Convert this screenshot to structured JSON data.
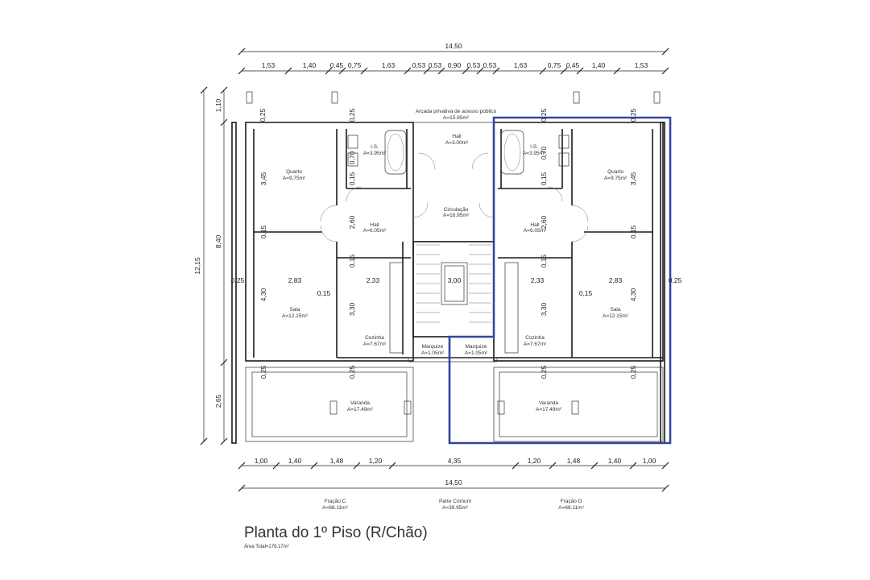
{
  "drawing": {
    "title": "Planta do 1º Piso (R/Chão)",
    "total_area": "Área Total=176.17m²"
  },
  "dims_top": {
    "overall": "14,50",
    "segments": [
      "1,53",
      "1,40",
      "0,45",
      "0,75",
      "1,63",
      "0,53",
      "0,53",
      "0,90",
      "0,53",
      "0,53",
      "1,63",
      "0,75",
      "0,45",
      "1,40",
      "1,53"
    ]
  },
  "dims_bottom": {
    "overall": "14,50",
    "segments": [
      "1,00",
      "1,40",
      "1,48",
      "1,20",
      "4,35",
      "1,20",
      "1,48",
      "1,40",
      "1,00"
    ]
  },
  "dims_left": {
    "overall": "12,15",
    "inner": "8,40",
    "top": "1,10",
    "bottom": "2,65"
  },
  "interior_dims": {
    "wall_025": "0,25",
    "wall_015": "0,15",
    "d_345": "3,45",
    "d_260": "2,60",
    "d_430": "4,30",
    "d_330": "3,30",
    "d_283": "2,83",
    "d_233": "2,33",
    "d_300": "3,00",
    "d_070": "0,70"
  },
  "rooms": {
    "arcada": {
      "name": "Arcada privativa de acesso público",
      "area": "A=15.95m²"
    },
    "hall_top": {
      "name": "Hall",
      "area": "A=3.00m²"
    },
    "circulacao": {
      "name": "Circulação",
      "area": "A=16.95m²"
    },
    "quarto_l": {
      "name": "Quarto",
      "area": "A=9.75m²"
    },
    "quarto_r": {
      "name": "Quarto",
      "area": "A=9.75m²"
    },
    "is_l": {
      "name": "I.S.",
      "area": "A=3.95m²"
    },
    "is_r": {
      "name": "I.S.",
      "area": "A=3.95m²"
    },
    "hall_l": {
      "name": "Hall",
      "area": "A=6.05m²"
    },
    "hall_r": {
      "name": "Hall",
      "area": "A=6.05m²"
    },
    "sala_l": {
      "name": "Sala",
      "area": "A=12.15m²"
    },
    "sala_r": {
      "name": "Sala",
      "area": "A=12.15m²"
    },
    "cozinha_l": {
      "name": "Cozinha",
      "area": "A=7.67m²"
    },
    "cozinha_r": {
      "name": "Cozinha",
      "area": "A=7.67m²"
    },
    "marquize_l": {
      "name": "Marquize",
      "area": "A=1.05m²"
    },
    "marquize_r": {
      "name": "Marquize",
      "area": "A=1.05m²"
    },
    "varanda_l": {
      "name": "Varanda",
      "area": "A=17.49m²"
    },
    "varanda_r": {
      "name": "Varanda",
      "area": "A=17.49m²"
    }
  },
  "summary": [
    {
      "name": "Fração C",
      "area": "A=68.11m²"
    },
    {
      "name": "Parte Comum",
      "area": "A=39.95m²"
    },
    {
      "name": "Fração D",
      "area": "A=68.11m²"
    }
  ],
  "colors": {
    "highlight": "#3346a0",
    "walls": "#1a1a1a"
  }
}
